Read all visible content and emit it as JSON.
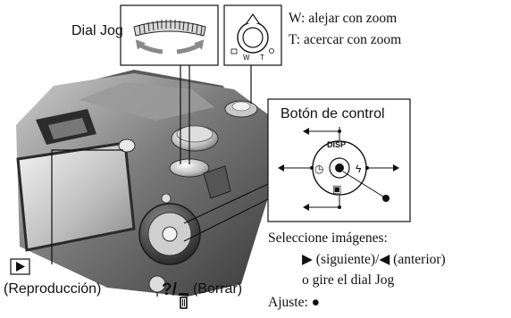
{
  "labels": {
    "dial_jog": "Dial Jog",
    "zoom_w": "W: alejar con zoom",
    "zoom_t": "T: acercar con zoom",
    "control_button": "Botón de control",
    "playback": "(Reproducción)",
    "delete_symbol": "?/",
    "delete": "(Borrar)",
    "select_images": "Seleccione imágenes:",
    "next_prev": "▶ (siguiente)/◀ (anterior)",
    "or_dial": "o gire el dial Jog",
    "set": "Ajuste: ●"
  },
  "diagram_marks": {
    "zoom_lever_w": "W",
    "zoom_lever_t": "T",
    "disp": "DISP"
  }
}
